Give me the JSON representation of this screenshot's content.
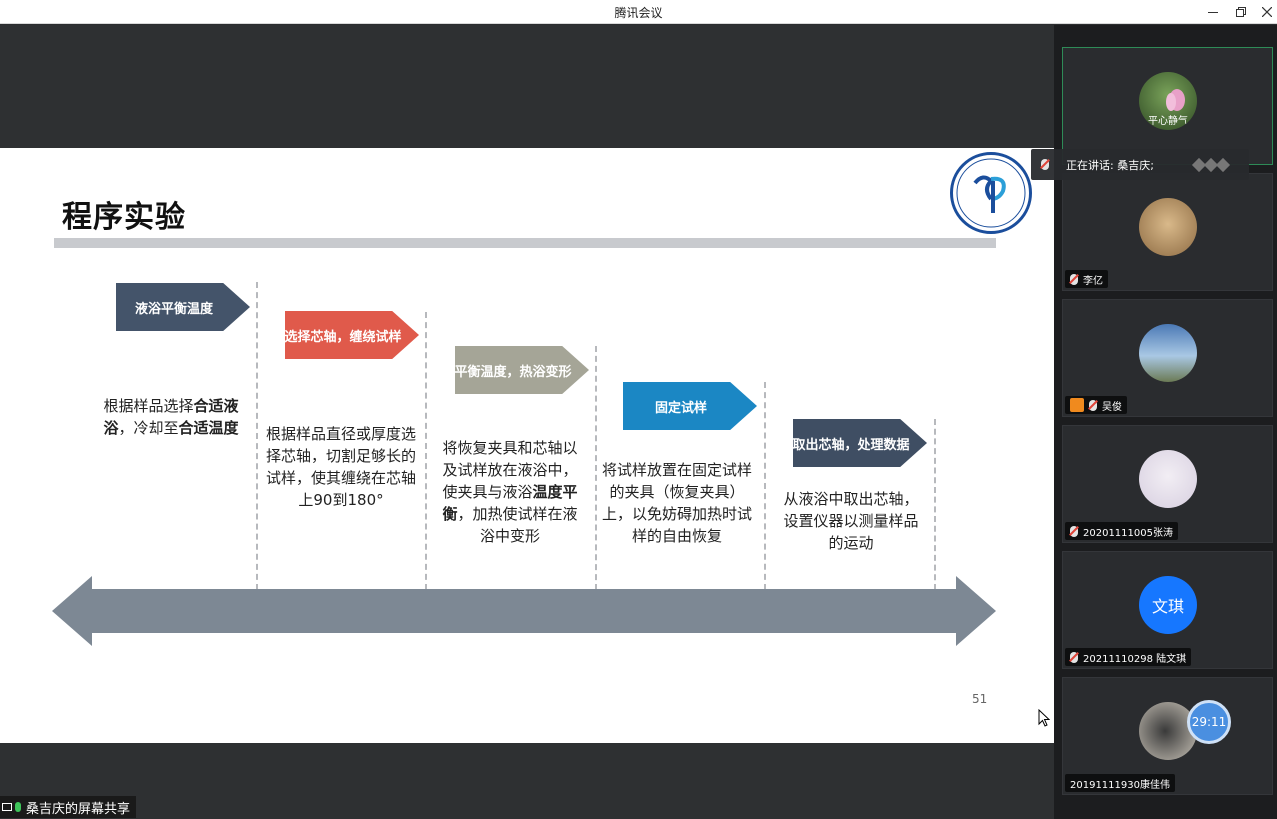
{
  "window": {
    "title": "腾讯会议"
  },
  "slide": {
    "title": "程序实验",
    "page_number": "51",
    "steps": [
      {
        "label": "液浴平衡温度",
        "color": "#44546a",
        "text": [
          "根据样品选择",
          "<b>合适液浴</b>",
          "，冷却至",
          "<b>合适温度</b>"
        ]
      },
      {
        "label": "选择芯轴，缠绕试样",
        "color": "#e05a4b",
        "text": [
          "根据样品直径或厚度选择芯轴，切割足够长的试样，使其缠绕在芯轴上90到180°"
        ]
      },
      {
        "label": "平衡温度，热浴变形",
        "color": "#a5a597",
        "text": [
          "将恢复夹具和芯轴以及试样放在液浴中，使夹具与液浴",
          "<b>温度平衡</b>",
          "，加热使试样在液浴中变形"
        ]
      },
      {
        "label": "固定试样",
        "color": "#1b87c4",
        "text": [
          "将试样放置在固定试样的夹具（恢复夹具）上，以免妨碍加热时试样的自由恢复"
        ]
      },
      {
        "label": "取出芯轴，处理数据",
        "color": "#3f4e63",
        "text": [
          "从液浴中取出芯轴，设置仪器以测量样品的运动"
        ]
      }
    ]
  },
  "speaking": {
    "text": "正在讲话: 桑吉庆;"
  },
  "share_label": "桑吉庆的屏幕共享",
  "participants": [
    {
      "name": "",
      "avatar_text": "平心静气"
    },
    {
      "name": "李亿"
    },
    {
      "name": "吴俊"
    },
    {
      "name": "20201111005张涛"
    },
    {
      "name": "20211110298 陆文琪",
      "avatar_text": "文琪"
    },
    {
      "name": "20191111930康佳伟",
      "timer": "29:11"
    }
  ]
}
